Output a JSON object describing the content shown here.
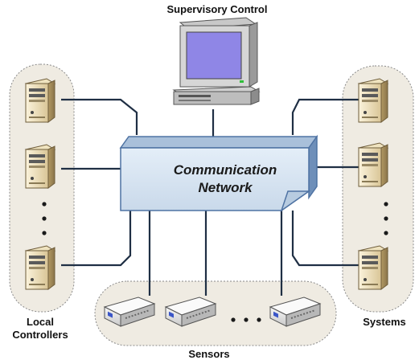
{
  "labels": {
    "supervisory": "Supervisory Control",
    "network_line1": "Communication",
    "network_line2": "Network",
    "local_line1": "Local",
    "local_line2": "Controllers",
    "systems": "Systems",
    "sensors": "Sensors"
  },
  "ellipsis": "• • •",
  "colors": {
    "network_face": "#d6e4f2",
    "network_edge": "#4f73a3",
    "group_fill": "#efebe2",
    "wire": "#1f2f44",
    "monitor_screen": "#8f86e6"
  },
  "icons": {
    "supervisory": "desktop-computer-icon",
    "local_controller": "tower-server-icon",
    "system": "tower-server-icon",
    "sensor": "sensor-box-icon"
  }
}
